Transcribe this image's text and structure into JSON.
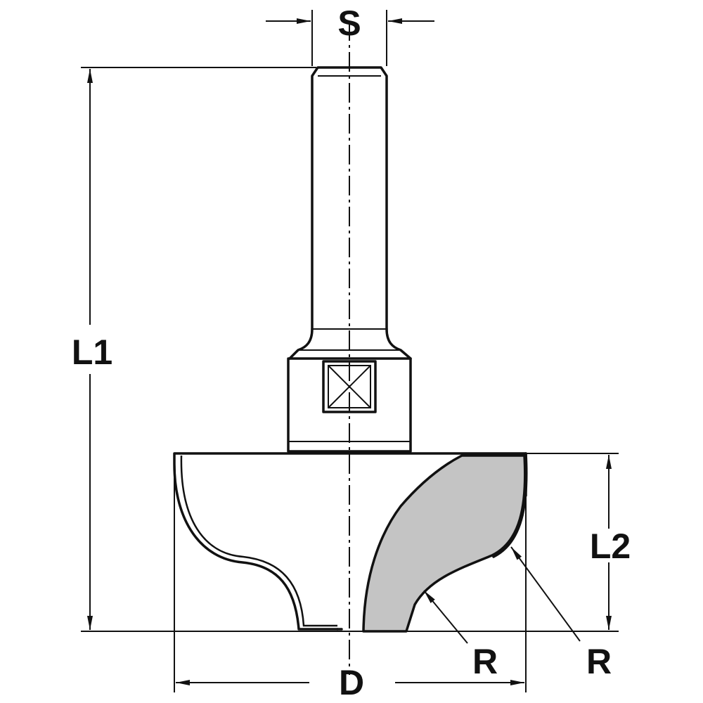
{
  "labels": {
    "shank_diameter": "S",
    "total_length": "L1",
    "cutting_length": "L2",
    "diameter": "D",
    "radius_inner": "R",
    "radius_outer": "R"
  },
  "colors": {
    "line": "#111111",
    "cutter_fill": "#c4c4c4",
    "background": "#ffffff"
  }
}
